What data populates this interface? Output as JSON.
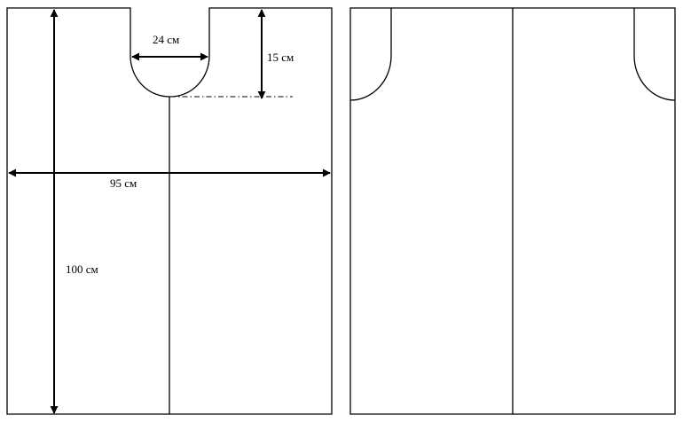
{
  "diagram": {
    "front_panel": {
      "width_label": "95 см",
      "height_label": "100 см",
      "neck_width_label": "24 см",
      "neck_depth_label": "15 см"
    },
    "back_panel": {}
  },
  "colors": {
    "line": "#000000",
    "background": "#ffffff"
  }
}
